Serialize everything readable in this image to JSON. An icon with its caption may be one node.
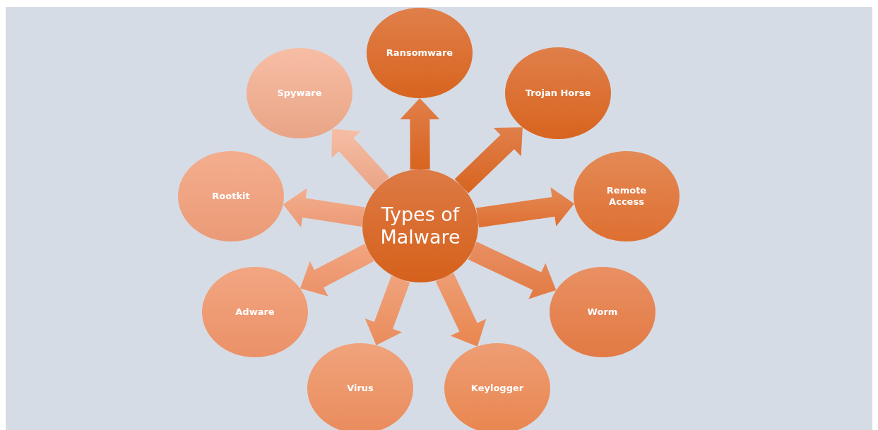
{
  "diagram": {
    "nodes": [
      {
        "text": [
          "Types of Malware"
        ]
      },
      {
        "text": [
          "Ransomware"
        ]
      },
      {
        "text": [
          "Trojan Horse"
        ]
      },
      {
        "text": [
          "Remote Access"
        ]
      },
      {
        "text": [
          "Worm"
        ]
      },
      {
        "text": [
          "Keylogger"
        ]
      },
      {
        "text": [
          "Virus"
        ]
      },
      {
        "text": [
          "Adware"
        ]
      },
      {
        "text": [
          "Rootkit"
        ]
      },
      {
        "text": [
          "Spyware"
        ]
      }
    ],
    "edges": [
      {
        "from": 0,
        "to": 1,
        "arrow": "to"
      },
      {
        "from": 0,
        "to": 2,
        "arrow": "to"
      },
      {
        "from": 0,
        "to": 3,
        "arrow": "to"
      },
      {
        "from": 0,
        "to": 4,
        "arrow": "to"
      },
      {
        "from": 0,
        "to": 5,
        "arrow": "to"
      },
      {
        "from": 0,
        "to": 6,
        "arrow": "to"
      },
      {
        "from": 0,
        "to": 7,
        "arrow": "to"
      },
      {
        "from": 0,
        "to": 8,
        "arrow": "to"
      },
      {
        "from": 0,
        "to": 9,
        "arrow": "to"
      }
    ]
  }
}
